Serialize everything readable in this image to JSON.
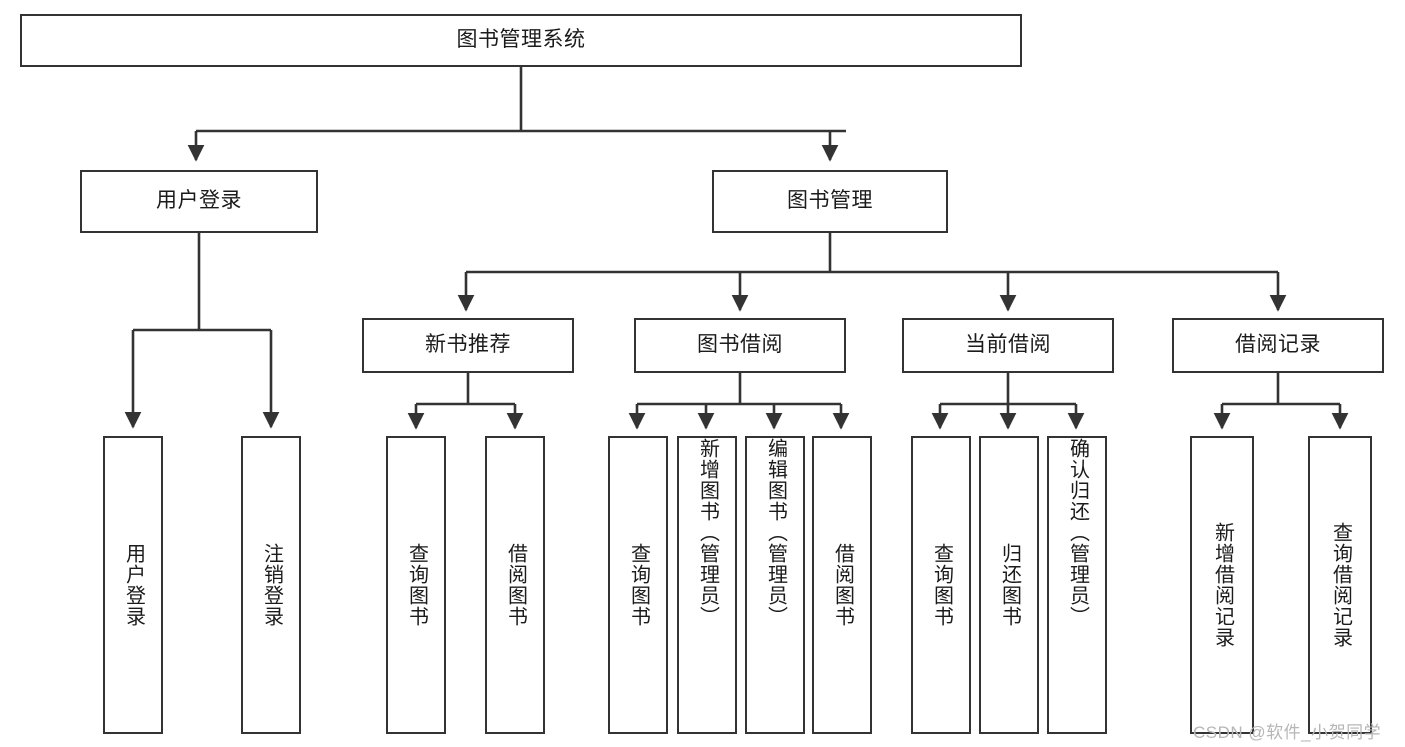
{
  "diagram": {
    "title": "图书管理系统",
    "type": "tree-hierarchy-diagram",
    "root": {
      "label": "图书管理系统"
    },
    "level1": [
      {
        "label": "用户登录"
      },
      {
        "label": "图书管理"
      }
    ],
    "level2": [
      {
        "label": "新书推荐"
      },
      {
        "label": "图书借阅"
      },
      {
        "label": "当前借阅"
      },
      {
        "label": "借阅记录"
      }
    ],
    "leaves": {
      "user_login": [
        {
          "label": "用户登录"
        },
        {
          "label": "注销登录"
        }
      ],
      "new_book_recommend": [
        {
          "label": "查询图书"
        },
        {
          "label": "借阅图书"
        }
      ],
      "book_borrow": [
        {
          "label": "查询图书"
        },
        {
          "label": "新增图书（管理员）"
        },
        {
          "label": "编辑图书（管理员）"
        },
        {
          "label": "借阅图书"
        }
      ],
      "current_borrow": [
        {
          "label": "查询图书"
        },
        {
          "label": "归还图书"
        },
        {
          "label": "确认归还（管理员）"
        }
      ],
      "borrow_record": [
        {
          "label": "新增借阅记录"
        },
        {
          "label": "查询借阅记录"
        }
      ]
    }
  },
  "watermark": {
    "text": "CSDN @软件_小贺同学"
  },
  "colors": {
    "border": "#333333",
    "text": "#1b1b1b",
    "background": "#ffffff",
    "watermark": "#b6b6b6"
  }
}
